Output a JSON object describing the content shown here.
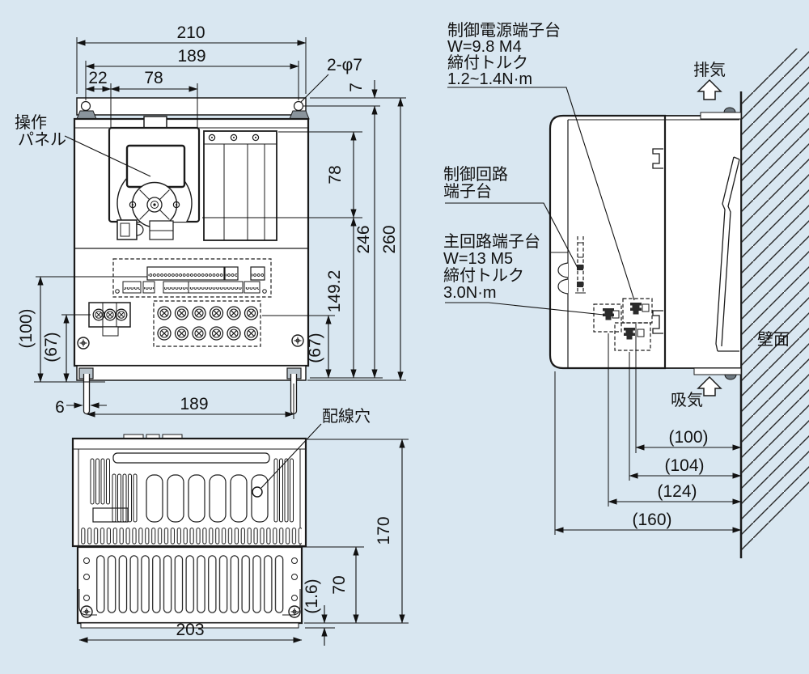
{
  "colors": {
    "background": "#d9e7f1",
    "line": "#1b1b1b"
  },
  "front_view": {
    "operation_panel_label": [
      "操作",
      "パネル"
    ],
    "dim_width_overall": "210",
    "dim_width_holes": "189",
    "dim_22": "22",
    "dim_78_top": "78",
    "dim_holes": "2-φ7",
    "dim_7": "7",
    "dim_78_right": "78",
    "dim_246": "246",
    "dim_260": "260",
    "dim_149_2": "149.2",
    "dim_67_right": "(67)",
    "dim_100_left": "(100)",
    "dim_67_left": "(67)",
    "dim_6": "6",
    "dim_189_bottom": "189"
  },
  "bottom_view": {
    "wiring_hole_label": "配線穴",
    "dim_170": "170",
    "dim_70": "70",
    "dim_1_6": "(1.6)",
    "dim_203": "203"
  },
  "side_view": {
    "control_power_terminal_note": [
      "制御電源端子台",
      "W=9.8 M4",
      "締付トルク",
      "1.2~1.4N·m"
    ],
    "control_circuit_terminal_note": [
      "制御回路",
      "端子台"
    ],
    "main_circuit_terminal_note": [
      "主回路端子台",
      "W=13 M5",
      "締付トルク",
      "3.0N·m"
    ],
    "exhaust_label": "排気",
    "intake_label": "吸気",
    "wall_label": "壁面",
    "dim_100": "(100)",
    "dim_104": "(104)",
    "dim_124": "(124)",
    "dim_160": "(160)"
  }
}
